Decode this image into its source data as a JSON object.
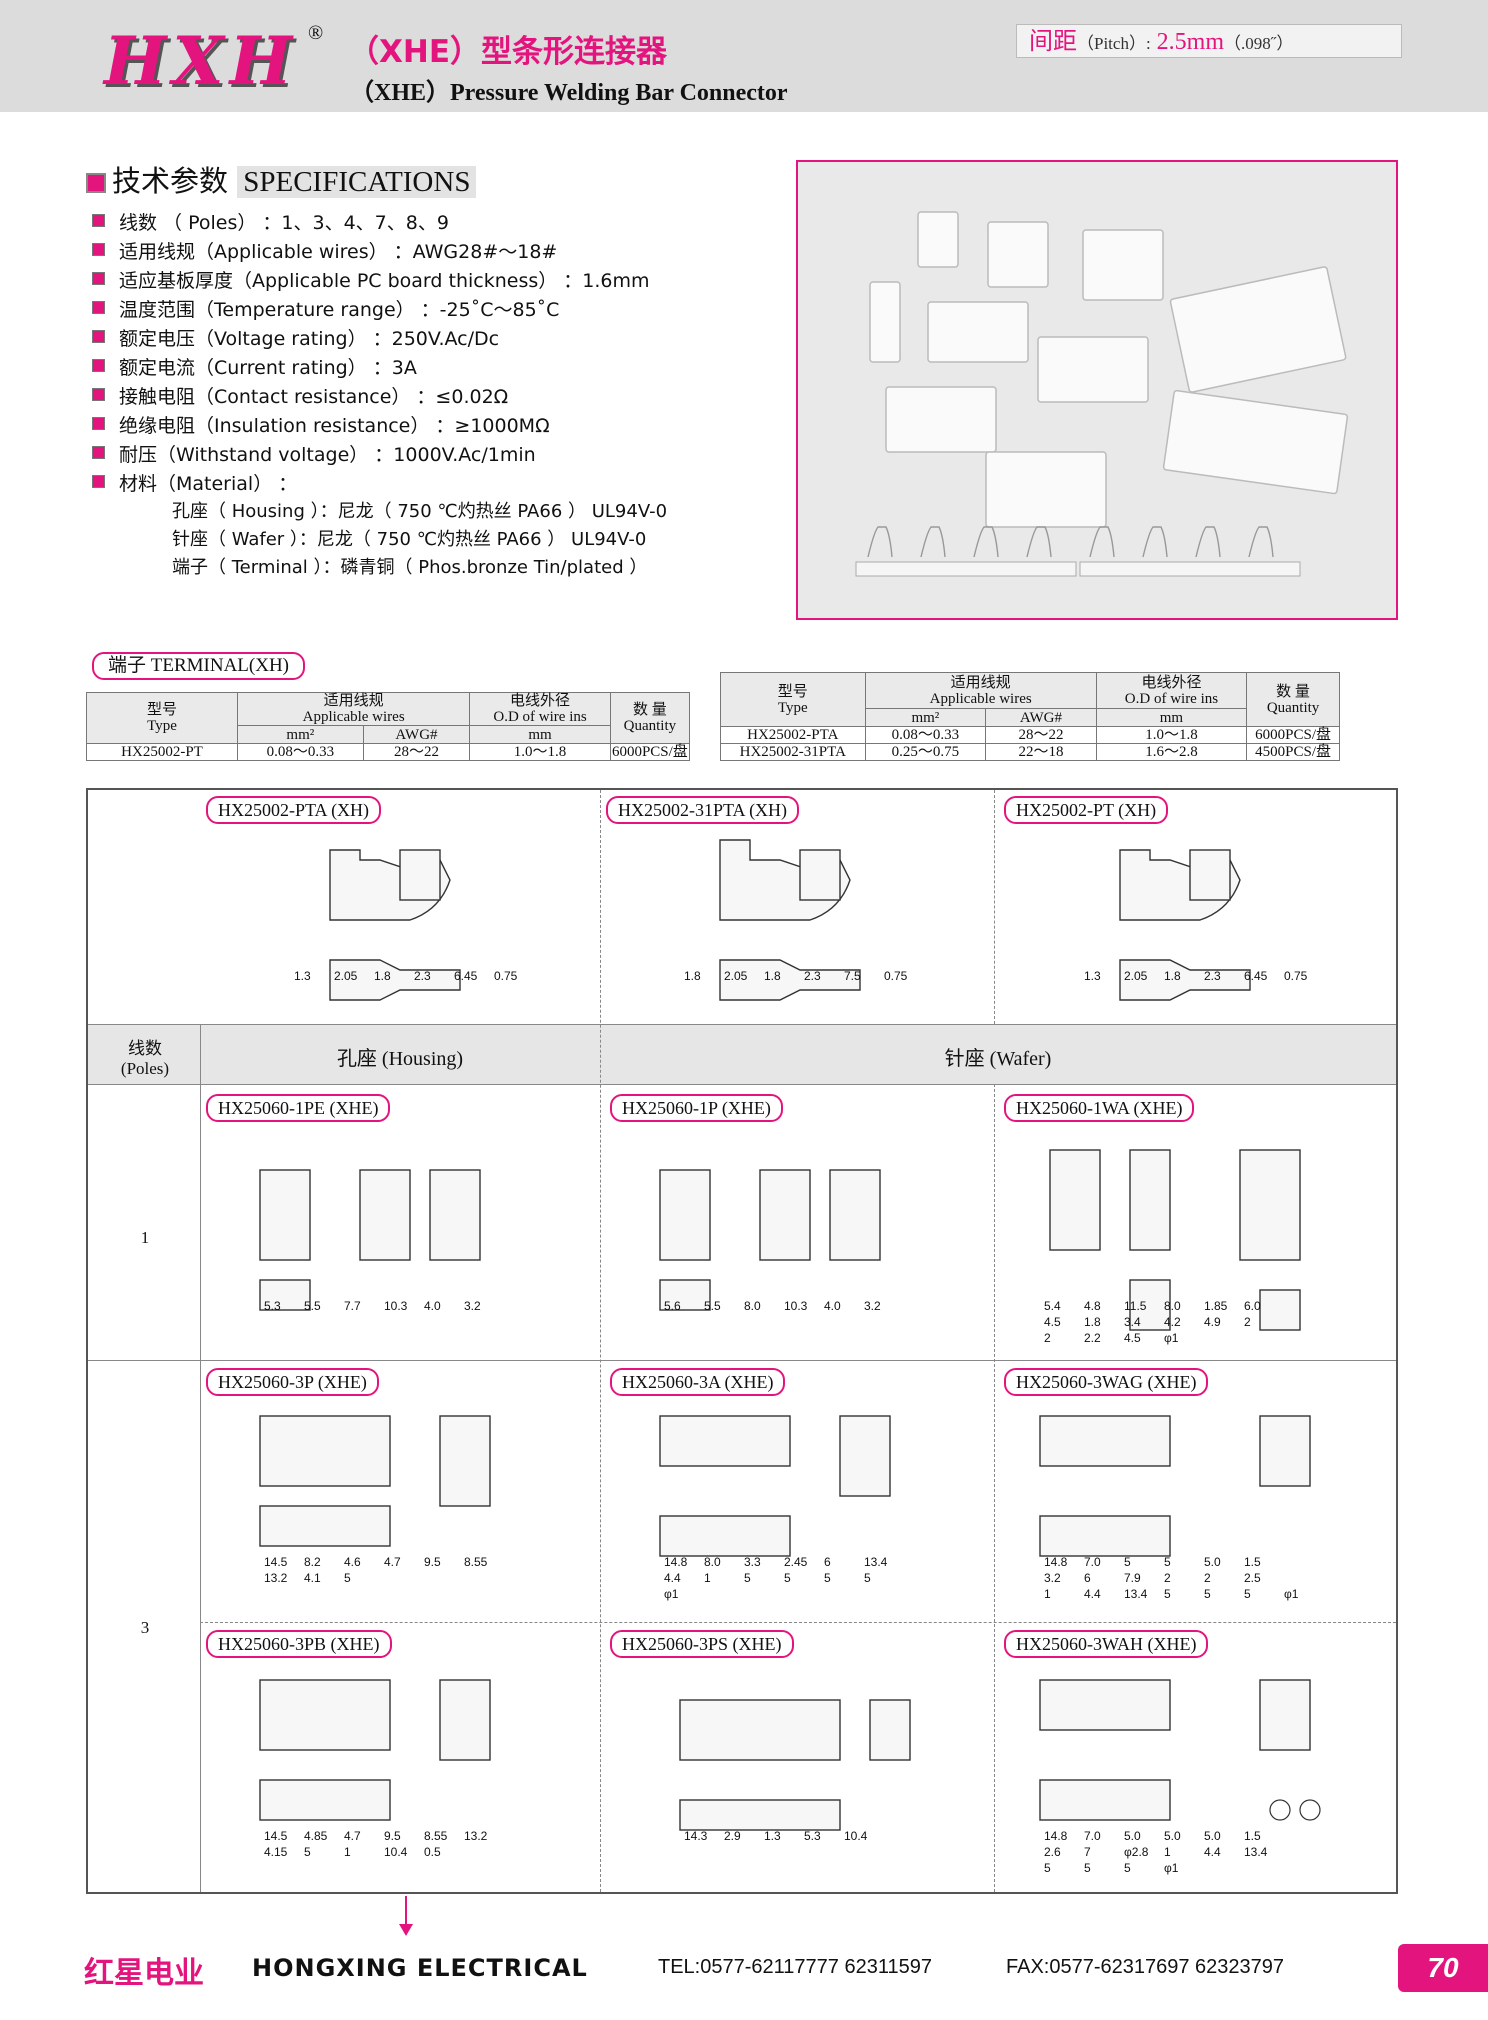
{
  "header": {
    "logo": "HXH",
    "reg": "®",
    "title_cn": "（XHE）型条形连接器",
    "title_en": "（XHE）Pressure Welding Bar Connector",
    "pitch_cn": "间距",
    "pitch_en": "（Pitch）:",
    "pitch_val": "2.5mm",
    "pitch_in": "（.098˝）"
  },
  "specs": {
    "heading_cn": "技术参数",
    "heading_en": "SPECIFICATIONS",
    "items": [
      "线数 （ Poles） ：1、3、4、7、8、9",
      "适用线规（Applicable wires） ：AWG28#～18#",
      "适应基板厚度（Applicable PC board thickness） ：1.6mm",
      "温度范围（Temperature range） ：-25˚C～85˚C",
      "额定电压（Voltage rating） ：250V.Ac/Dc",
      "额定电流（Current rating） ：3A",
      "接触电阻（Contact resistance） ：≤0.02Ω",
      "绝缘电阻（Insulation resistance） ：≥1000MΩ",
      "耐压（Withstand voltage） ：1000V.Ac/1min",
      "材料（Material） ："
    ],
    "materials": [
      "孔座（ Housing ）：尼龙（ 750 ℃灼热丝 PA66 ） UL94V-0",
      "针座（ Wafer ）：尼龙（ 750 ℃灼热丝 PA66 ） UL94V-0",
      "端子（ Terminal ）：磷青铜（ Phos.bronze Tin/plated ）"
    ]
  },
  "terminal": {
    "label": "端子 TERMINAL(XH)",
    "h_type_cn": "型号",
    "h_type_en": "Type",
    "h_wire_cn": "适用线规",
    "h_wire_en": "Applicable wires",
    "h_od_cn": "电线外径",
    "h_od_en": "O.D of wire ins",
    "h_qty_cn": "数 量",
    "h_qty_en": "Quantity",
    "h_mm2": "mm²",
    "h_awg": "AWG#",
    "h_mm": "mm",
    "left_rows": [
      {
        "type": "HX25002-PT",
        "mm2": "0.08～0.33",
        "awg": "28～22",
        "od": "1.0～1.8",
        "qty": "6000PCS/盘"
      }
    ],
    "right_rows": [
      {
        "type": "HX25002-PTA",
        "mm2": "0.08～0.33",
        "awg": "28～22",
        "od": "1.0～1.8",
        "qty": "6000PCS/盘"
      },
      {
        "type": "HX25002-31PTA",
        "mm2": "0.25～0.75",
        "awg": "22～18",
        "od": "1.6～2.8",
        "qty": "4500PCS/盘"
      }
    ]
  },
  "grid": {
    "poles_cn": "线数",
    "poles_en": "(Poles)",
    "housing": "孔座 (Housing)",
    "wafer": "针座 (Wafer)",
    "row1": "1",
    "row3": "3",
    "labels": {
      "t1": "HX25002-PTA (XH)",
      "t2": "HX25002-31PTA (XH)",
      "t3": "HX25002-PT (XH)",
      "a1": "HX25060-1PE (XHE)",
      "a2": "HX25060-1P (XHE)",
      "a3": "HX25060-1WA (XHE)",
      "b1": "HX25060-3P (XHE)",
      "b2": "HX25060-3A (XHE)",
      "b3": "HX25060-3WAG (XHE)",
      "c1": "HX25060-3PB (XHE)",
      "c2": "HX25060-3PS (XHE)",
      "c3": "HX25060-3WAH (XHE)"
    },
    "dims": {
      "t1": [
        "1.3",
        "2.05",
        "1.8",
        "2.3",
        "6.45",
        "0.75"
      ],
      "t2": [
        "1.8",
        "2.05",
        "1.8",
        "2.3",
        "7.5",
        "0.75"
      ],
      "t3": [
        "1.3",
        "2.05",
        "1.8",
        "2.3",
        "6.45",
        "0.75"
      ],
      "a1": [
        "5.3",
        "5.5",
        "7.7",
        "10.3",
        "4.0",
        "3.2"
      ],
      "a2": [
        "5.6",
        "5.5",
        "8.0",
        "10.3",
        "4.0",
        "3.2"
      ],
      "a3": [
        "5.4",
        "4.8",
        "11.5",
        "8.0",
        "1.85",
        "6.0",
        "4.5",
        "1.8",
        "3.4",
        "4.2",
        "4.9",
        "2",
        "2",
        "2.2",
        "4.5",
        "φ1"
      ],
      "b1": [
        "14.5",
        "8.2",
        "4.6",
        "4.7",
        "9.5",
        "8.55",
        "13.2",
        "4.1",
        "5"
      ],
      "b2": [
        "14.8",
        "8.0",
        "3.3",
        "2.45",
        "6",
        "13.4",
        "4.4",
        "1",
        "5",
        "5",
        "5",
        "5",
        "φ1"
      ],
      "b3": [
        "14.8",
        "7.0",
        "5",
        "5",
        "5.0",
        "1.5",
        "3.2",
        "6",
        "7.9",
        "2",
        "2",
        "2.5",
        "1",
        "4.4",
        "13.4",
        "5",
        "5",
        "5",
        "φ1"
      ],
      "c1": [
        "14.5",
        "4.85",
        "4.7",
        "9.5",
        "8.55",
        "13.2",
        "4.15",
        "5",
        "1",
        "10.4",
        "0.5"
      ],
      "c2": [
        "14.3",
        "2.9",
        "1.3",
        "5.3",
        "10.4"
      ],
      "c3": [
        "14.8",
        "7.0",
        "5.0",
        "5.0",
        "5.0",
        "1.5",
        "2.6",
        "7",
        "φ2.8",
        "1",
        "4.4",
        "13.4",
        "5",
        "5",
        "5",
        "φ1"
      ]
    }
  },
  "footer": {
    "cn": "红星电业",
    "en": "HONGXING ELECTRICAL",
    "tel": "TEL:0577-62117777   62311597",
    "fax": "FAX:0577-62317697   62323797",
    "page": "70"
  },
  "colors": {
    "accent": "#e4147e",
    "band": "#dcdcdc"
  }
}
